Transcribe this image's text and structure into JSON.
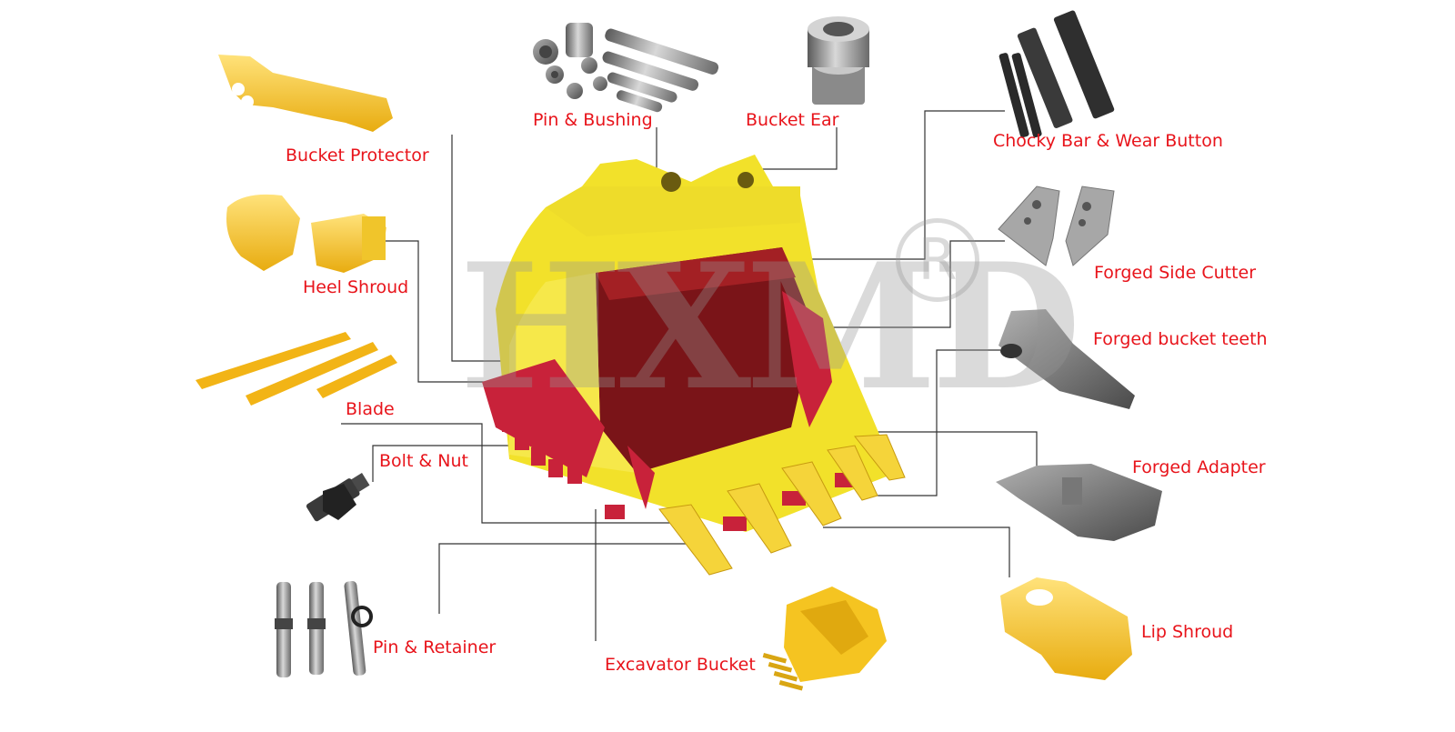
{
  "watermark": {
    "text": "HXMD",
    "mark": "R"
  },
  "labels": {
    "bucket_protector": "Bucket Protector",
    "pin_bushing": "Pin & Bushing",
    "bucket_ear": "Bucket Ear",
    "chocky_bar": "Chocky Bar & Wear Button",
    "heel_shroud": "Heel Shroud",
    "forged_side_cutter": "Forged Side Cutter",
    "forged_bucket_teeth": "Forged bucket teeth",
    "blade": "Blade",
    "bolt_nut": "Bolt & Nut",
    "forged_adapter": "Forged Adapter",
    "pin_retainer": "Pin & Retainer",
    "excavator_bucket": "Excavator Bucket",
    "lip_shroud": "Lip Shroud"
  },
  "colors": {
    "label": "#e8141b",
    "bucket_yellow": "#f2e12a",
    "part_yellow": "#f5c421",
    "wear_red": "#c8223a",
    "bucket_interior": "#7a1418",
    "steel": "#9a9a9a",
    "leader_line": "#333333"
  }
}
